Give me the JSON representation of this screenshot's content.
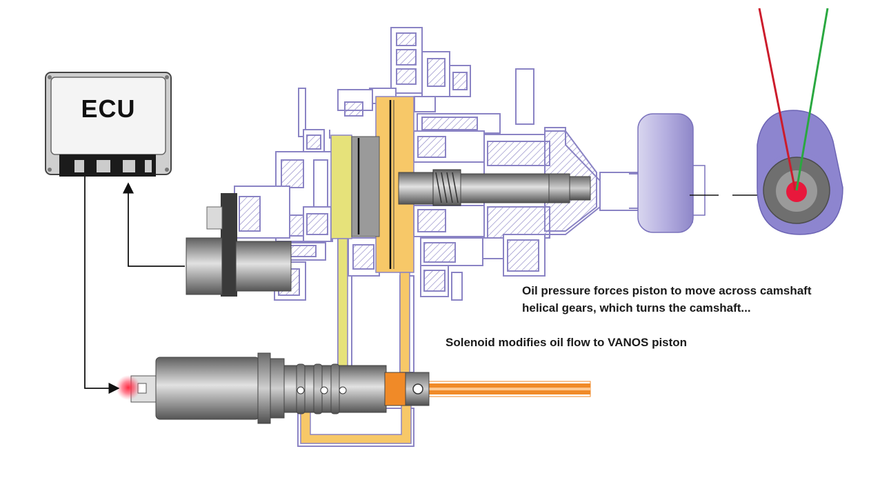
{
  "ecu": {
    "label": "ECU"
  },
  "captions": {
    "piston_line1": "Oil pressure forces piston to move across camshaft",
    "piston_line2": "helical gears, which turns the camshaft...",
    "solenoid": "Solenoid modifies oil flow to VANOS piston"
  },
  "colors": {
    "housing_outline": "#8a83c4",
    "housing_fill": "#ffffff",
    "hatch": "#8a83c4",
    "oil_yellow": "#e6e27a",
    "oil_orange_light": "#f7c868",
    "oil_feed": "#f08a28",
    "solenoid_body": "#8e8e8e",
    "camshaft_lobe": "#8d85cf",
    "camshaft_core": "#6f6f6f",
    "indicator_red": "#e8183c",
    "pointer_red": "#cc1c2c",
    "pointer_green": "#2aa840",
    "signal_line": "#111111"
  },
  "icons": [
    "ecu-module-icon",
    "cam-sensor-icon",
    "solenoid-valve-icon",
    "signal-arrow-icon"
  ]
}
